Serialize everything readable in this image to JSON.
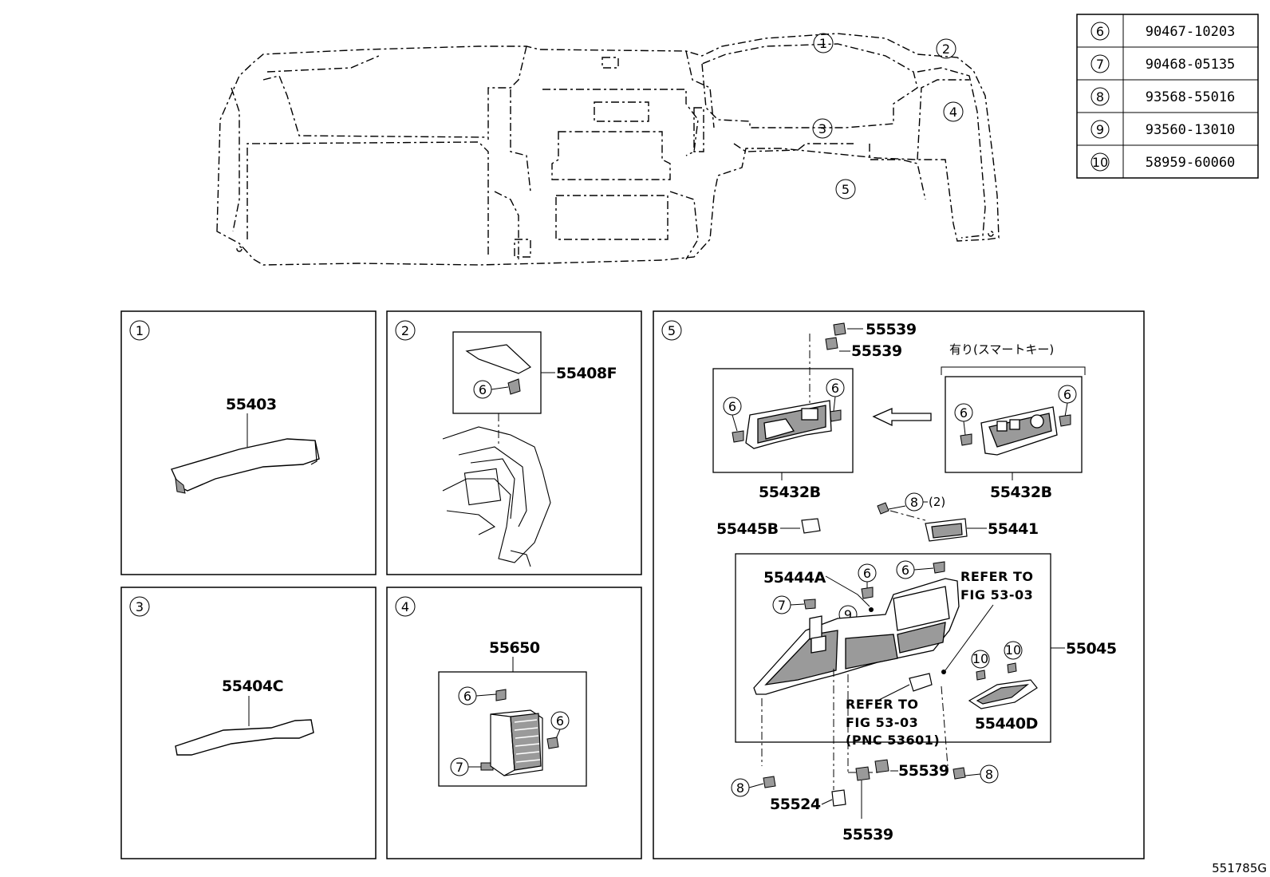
{
  "parts_table": [
    {
      "ref": "6",
      "part_number": "90467-10203"
    },
    {
      "ref": "7",
      "part_number": "90468-05135"
    },
    {
      "ref": "8",
      "part_number": "93568-55016"
    },
    {
      "ref": "9",
      "part_number": "93560-13010"
    },
    {
      "ref": "10",
      "part_number": "58959-60060"
    }
  ],
  "overview": {
    "callouts": [
      "1",
      "2",
      "3",
      "4",
      "5"
    ]
  },
  "panels": {
    "p1": {
      "num": "1",
      "part": "55403"
    },
    "p2": {
      "num": "2",
      "part": "55408F",
      "clip": "6"
    },
    "p3": {
      "num": "3",
      "part": "55404C"
    },
    "p4": {
      "num": "4",
      "part": "55650",
      "clip_a": "6",
      "clip_b": "6",
      "clip_c": "7"
    },
    "p5": {
      "num": "5",
      "clip_top1": "55539",
      "clip_top2": "55539",
      "variant_note": "有り(スマートキー)",
      "trim_left": "55432B",
      "trim_right": "55432B",
      "c6a": "6",
      "c6b": "6",
      "c6c": "6",
      "c6d": "6",
      "bolt_ref": "8",
      "bolt_qty": "(2)",
      "cover": "55445B",
      "bracket": "55441",
      "glove_assy": "55045",
      "screw_a": "55444A",
      "c6e": "6",
      "c6f": "6",
      "c7": "7",
      "c9": "9",
      "c10a": "10",
      "c10b": "10",
      "refer1_line1": "REFER TO",
      "refer1_line2": "FIG 53-03",
      "refer2_line1": "REFER TO",
      "refer2_line2": "FIG 53-03",
      "refer2_line3": "(PNC 53601)",
      "door": "55440D",
      "c8a": "8",
      "c8b": "8",
      "clip_mid": "55539",
      "clip_bottom": "55539",
      "clip_left": "55524"
    }
  },
  "figure_id": "551785G"
}
